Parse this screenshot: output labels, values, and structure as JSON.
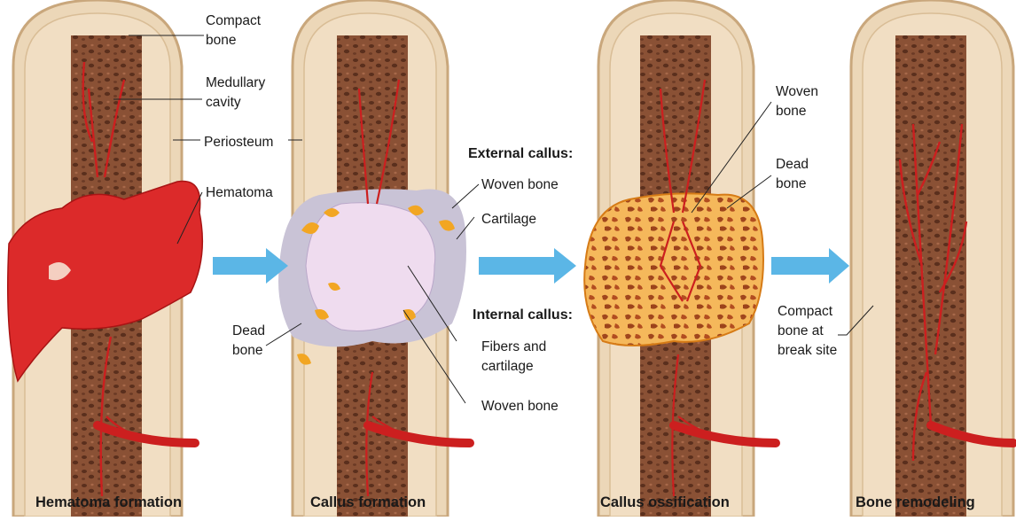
{
  "stages": [
    {
      "caption": "Hematoma formation"
    },
    {
      "caption": "Callus formation"
    },
    {
      "caption": "Callus ossification"
    },
    {
      "caption": "Bone remodeling"
    }
  ],
  "labels": {
    "compact_bone": [
      "Compact",
      "bone"
    ],
    "medullary_cavity": [
      "Medullary",
      "cavity"
    ],
    "periosteum": "Periosteum",
    "hematoma": "Hematoma",
    "external_callus": "External callus:",
    "woven_bone_ext": "Woven bone",
    "cartilage": "Cartilage",
    "internal_callus": "Internal callus:",
    "fibers_cartilage": [
      "Fibers and",
      "cartilage"
    ],
    "woven_bone_int": "Woven bone",
    "dead_bone_2": [
      "Dead",
      "bone"
    ],
    "woven_bone_3": [
      "Woven",
      "bone"
    ],
    "dead_bone_3": [
      "Dead",
      "bone"
    ],
    "compact_break_site": [
      "Compact",
      "bone at",
      "break site"
    ]
  },
  "colors": {
    "compact_bone": "#ecd7b8",
    "periosteum_edge": "#c9a77c",
    "marrow": "#8a5135",
    "vessel": "#cc1f1f",
    "hematoma": "#dc2a2a",
    "fibrocartilage": "#efdcef",
    "cartilage_ring": "#c9c3d6",
    "woven_bone": "#f2a623",
    "ossified_callus": "#f5b85b",
    "arrow": "#5bb6e6"
  },
  "icons": [
    "flow-arrow-icon"
  ]
}
